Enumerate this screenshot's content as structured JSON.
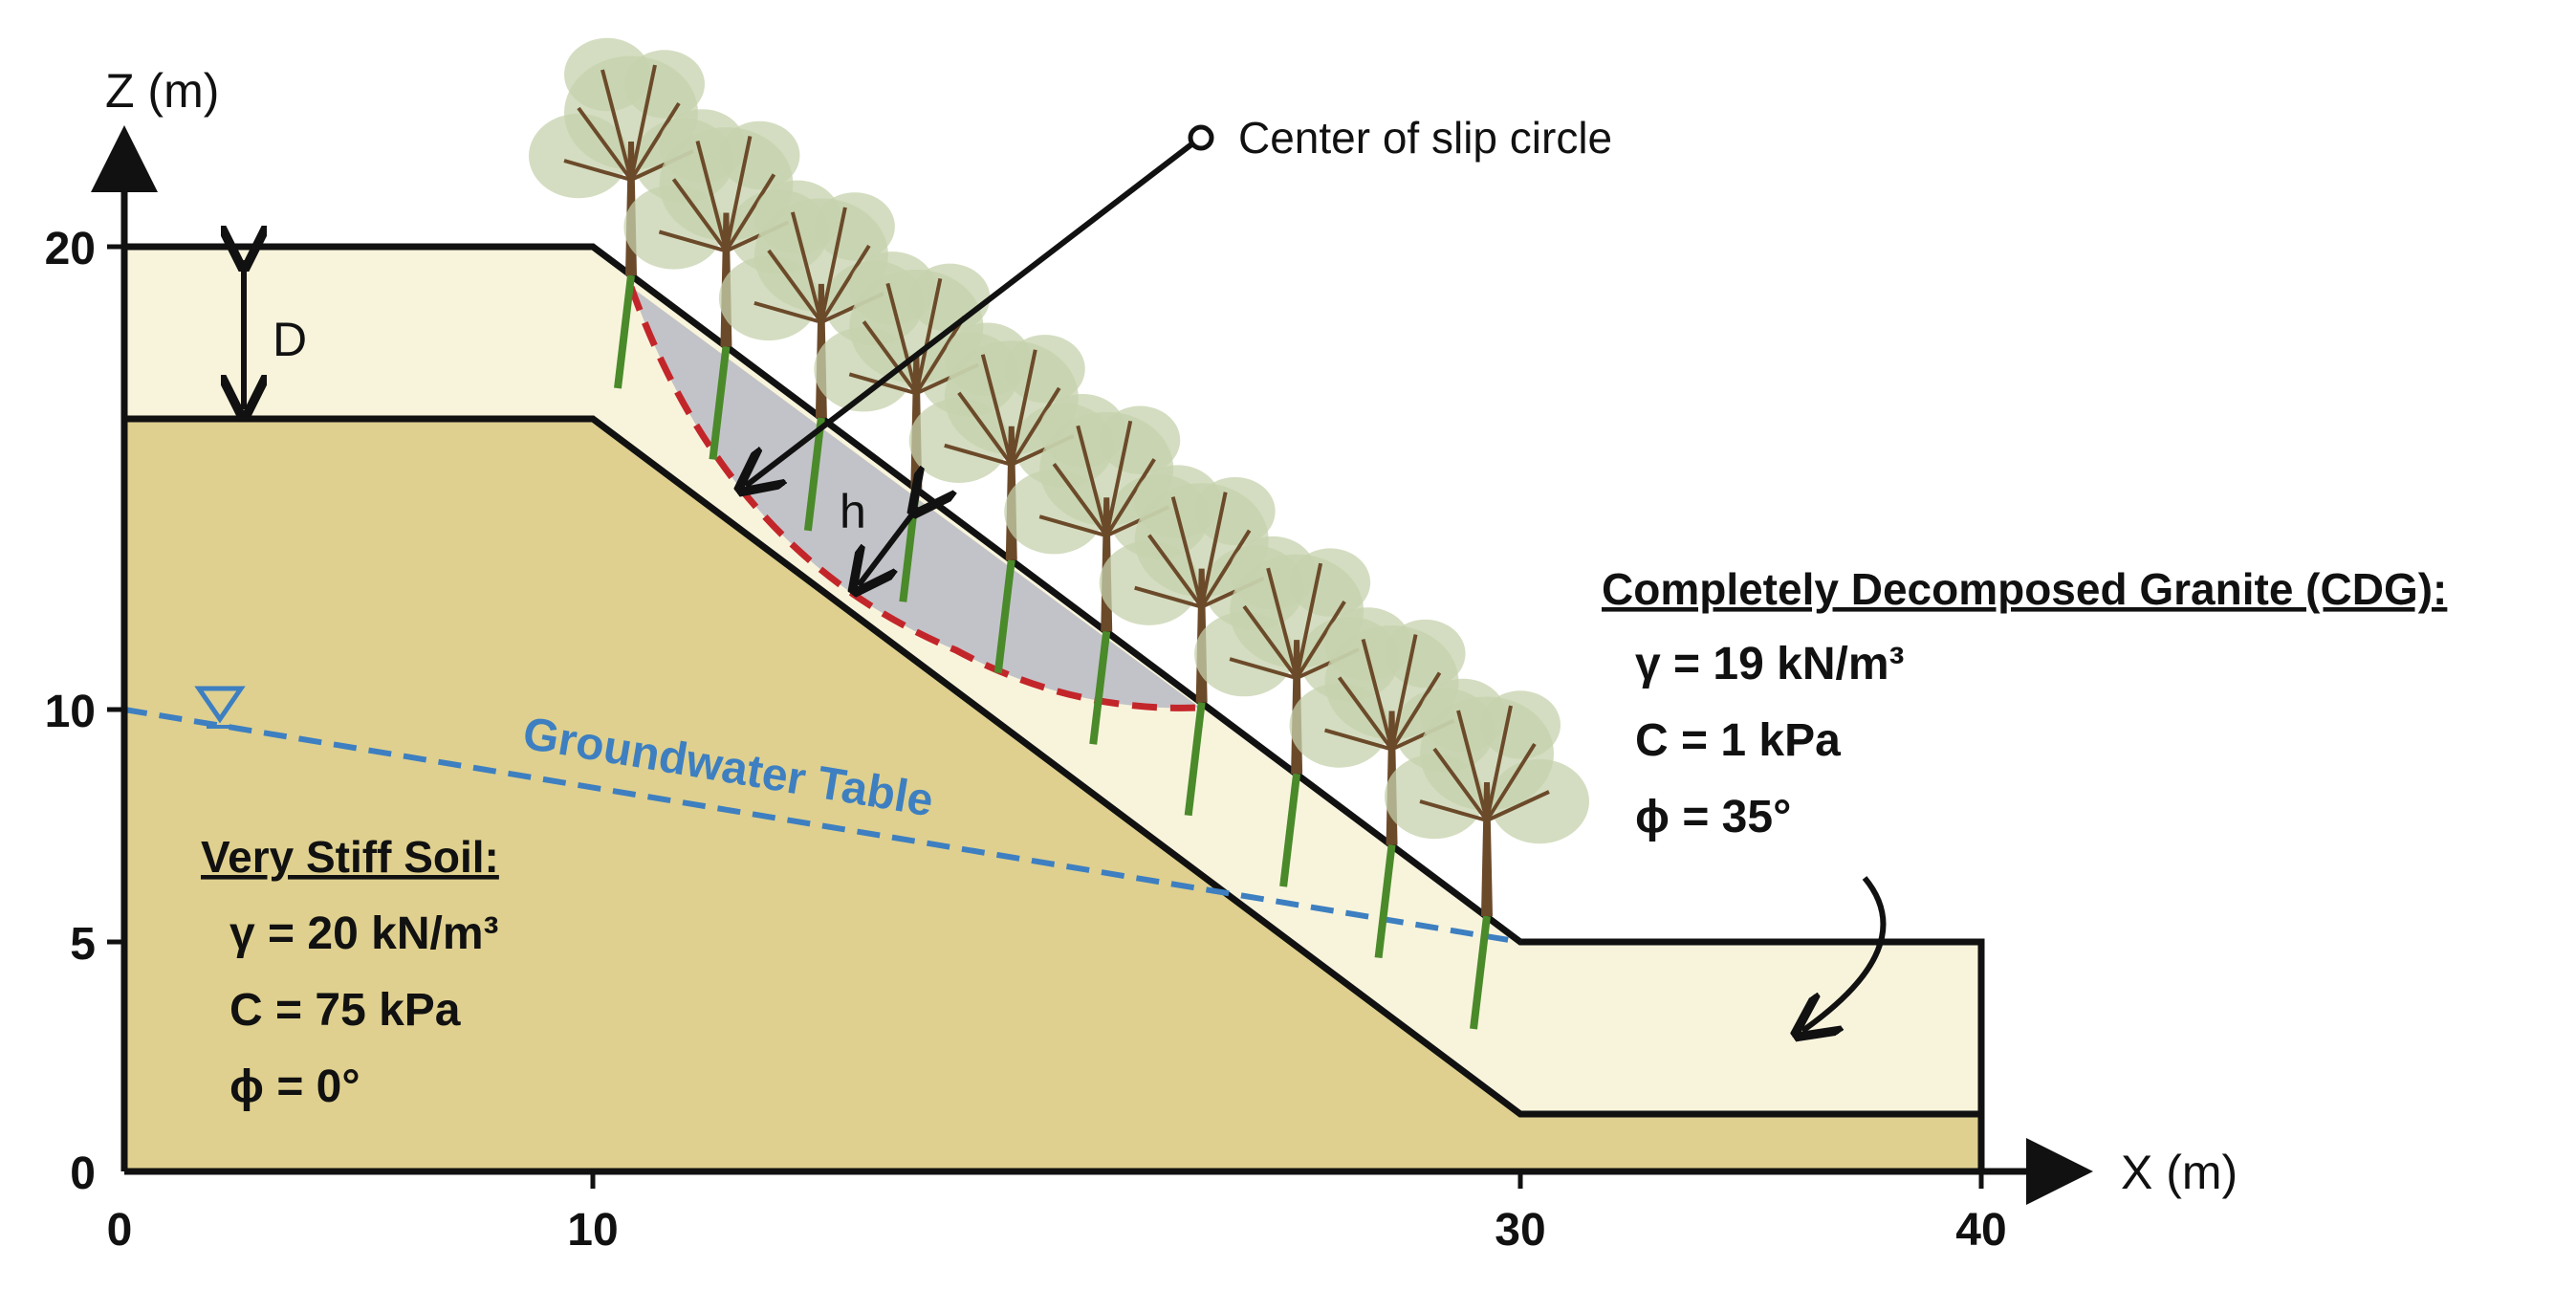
{
  "axes": {
    "z_label": "Z (m)",
    "x_label": "X (m)",
    "x_ticks": [
      "0",
      "10",
      "30",
      "40"
    ],
    "z_ticks": [
      "0",
      "5",
      "10",
      "20"
    ]
  },
  "labels": {
    "depth": "D",
    "height": "h",
    "slip_center": "Center of slip circle",
    "groundwater": "Groundwater Table"
  },
  "cdg": {
    "title": "Completely Decomposed Granite (CDG):",
    "gamma": "γ = 19 kN/m³",
    "cohesion": "C = 1 kPa",
    "friction": "ϕ = 35°"
  },
  "stiff_soil": {
    "title": "Very Stiff Soil:",
    "gamma": "γ = 20 kN/m³",
    "cohesion": "C = 75 kPa",
    "friction": "ϕ = 0°"
  },
  "colors": {
    "cdg_fill": "#f8f4dc",
    "stiff_fill": "#dfd08f",
    "slip_fill": "#c2c3c8",
    "slip_line": "#c3262a",
    "groundwater": "#3d7fc1",
    "root": "#4a8a2a",
    "trunk": "#6b4a2a",
    "foliage": "#c6d2ac"
  }
}
